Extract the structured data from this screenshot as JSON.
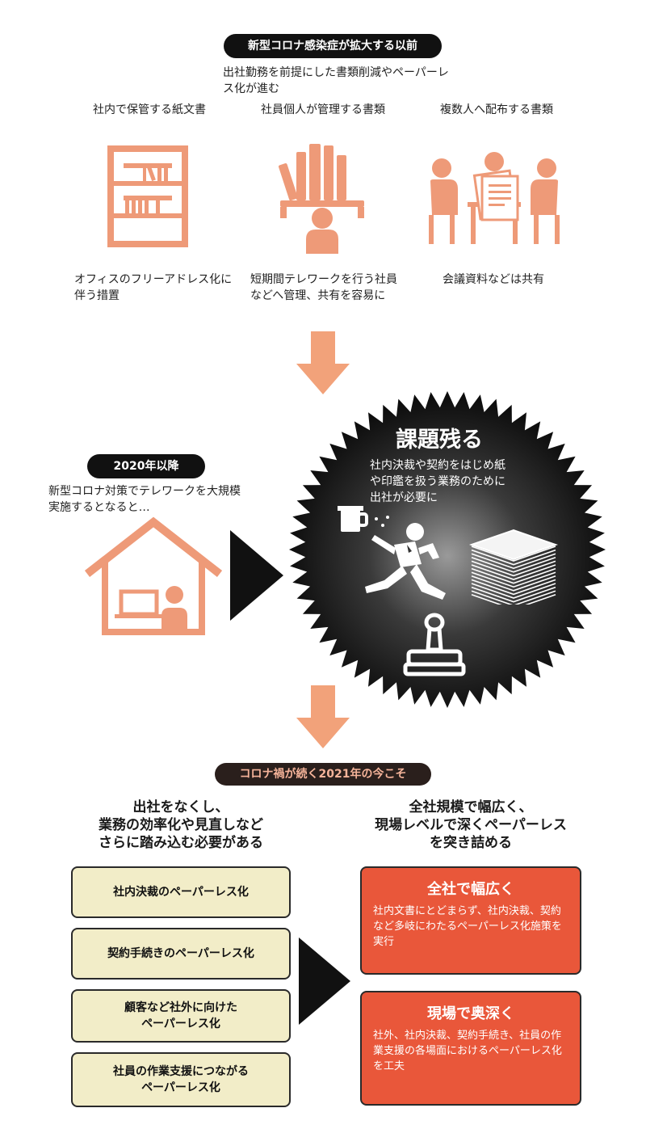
{
  "section1": {
    "pill": "新型コロナ感染症が拡大する以前",
    "subtitle": "出社勤務を前提にした書類削減やペーパーレス化が進む",
    "columns": [
      {
        "label": "社内で保管する紙文書",
        "icon": "bookshelf-icon",
        "caption": "オフィスのフリーアドレス化に\n伴う措置"
      },
      {
        "label": "社員個人が管理する書類",
        "icon": "person-with-binders-icon",
        "caption": "短期間テレワークを行う社員\nなどへ管理、共有を容易に"
      },
      {
        "label": "複数人へ配布する書類",
        "icon": "meeting-icon",
        "caption": "会議資料などは共有"
      }
    ]
  },
  "section2": {
    "pill": "2020年以降",
    "text": "新型コロナ対策でテレワークを大規模\n実施するとなると…",
    "home_icon": "home-telework-icon",
    "burst_title": "課題残る",
    "burst_text": "社内決裁や契約をはじめ紙\nや印鑑を扱う業務のために\n出社が必要に",
    "burst_icons": [
      "running-person-icon",
      "paper-stack-icon",
      "stamp-icon"
    ]
  },
  "section3": {
    "pill": "コロナ禍が続く2021年の今こそ",
    "left_header": "出社をなくし、\n業務の効率化や見直しなど\nさらに踏み込む必要がある",
    "right_header": "全社規模で幅広く、\n現場レベルで深くペーパーレス\nを突き詰める",
    "left_items": [
      "社内決裁のペーパーレス化",
      "契約手続きのペーパーレス化",
      "顧客など社外に向けた\nペーパーレス化",
      "社員の作業支援につながる\nペーパーレス化"
    ],
    "right_items": [
      {
        "title": "全社で幅広く",
        "body": "社内文書にとどまらず、社内決裁、契約など多岐にわたるペーパーレス化施策を実行"
      },
      {
        "title": "現場で奥深く",
        "body": "社外、社内決裁、契約手続き、社員の作業支援の各場面におけるペーパーレス化を工夫"
      }
    ]
  },
  "colors": {
    "accent_orange": "#ee9a78",
    "box_yellow": "#f2edc8",
    "box_red": "#e9573a",
    "pill_black": "#111111"
  }
}
